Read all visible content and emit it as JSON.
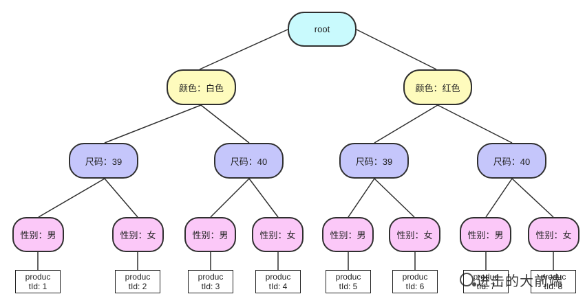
{
  "colors": {
    "root": "#c9fafd",
    "color_level": "#fefbbd",
    "size_level": "#c5c6fb",
    "gender_level": "#fbc8f8",
    "leaf": "#ffffff",
    "edge": "#2f2f2f"
  },
  "tree": {
    "root": {
      "label": "root"
    },
    "color_nodes": [
      {
        "label": "颜色：白色"
      },
      {
        "label": "颜色：红色"
      }
    ],
    "size_nodes": [
      {
        "label": "尺码：39"
      },
      {
        "label": "尺码：40"
      },
      {
        "label": "尺码：39"
      },
      {
        "label": "尺码：40"
      }
    ],
    "gender_nodes": [
      {
        "label": "性别：男"
      },
      {
        "label": "性别：女"
      },
      {
        "label": "性别：男"
      },
      {
        "label": "性别：女"
      },
      {
        "label": "性别：男"
      },
      {
        "label": "性别：女"
      },
      {
        "label": "性别：男"
      },
      {
        "label": "性别：女"
      }
    ],
    "leaves": [
      {
        "line1": "produc",
        "line2": "tId: 1"
      },
      {
        "line1": "produc",
        "line2": "tId: 2"
      },
      {
        "line1": "produc",
        "line2": "tId: 3"
      },
      {
        "line1": "produc",
        "line2": "tId: 4"
      },
      {
        "line1": "produc",
        "line2": "tId: 5"
      },
      {
        "line1": "produc",
        "line2": "tId: 6"
      },
      {
        "line1": "produc",
        "line2": "tId: 7"
      },
      {
        "line1": "produc",
        "line2": "tId: 8"
      }
    ]
  },
  "watermark": {
    "text": "进击的大前端",
    "icon": "wechat-icon"
  }
}
